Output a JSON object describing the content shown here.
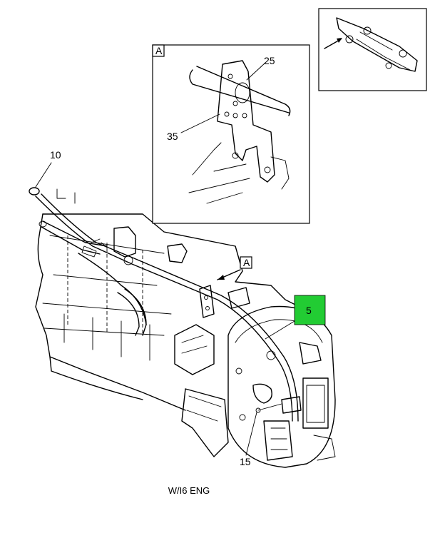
{
  "callouts": {
    "part_5": "5",
    "part_10": "10",
    "part_15": "15",
    "part_25": "25",
    "part_35": "35",
    "view_a_ref": "A",
    "detail_a_label": "A"
  },
  "caption": "W/I6 ENG",
  "colors": {
    "highlight": "#22cc33",
    "line": "#000000"
  }
}
